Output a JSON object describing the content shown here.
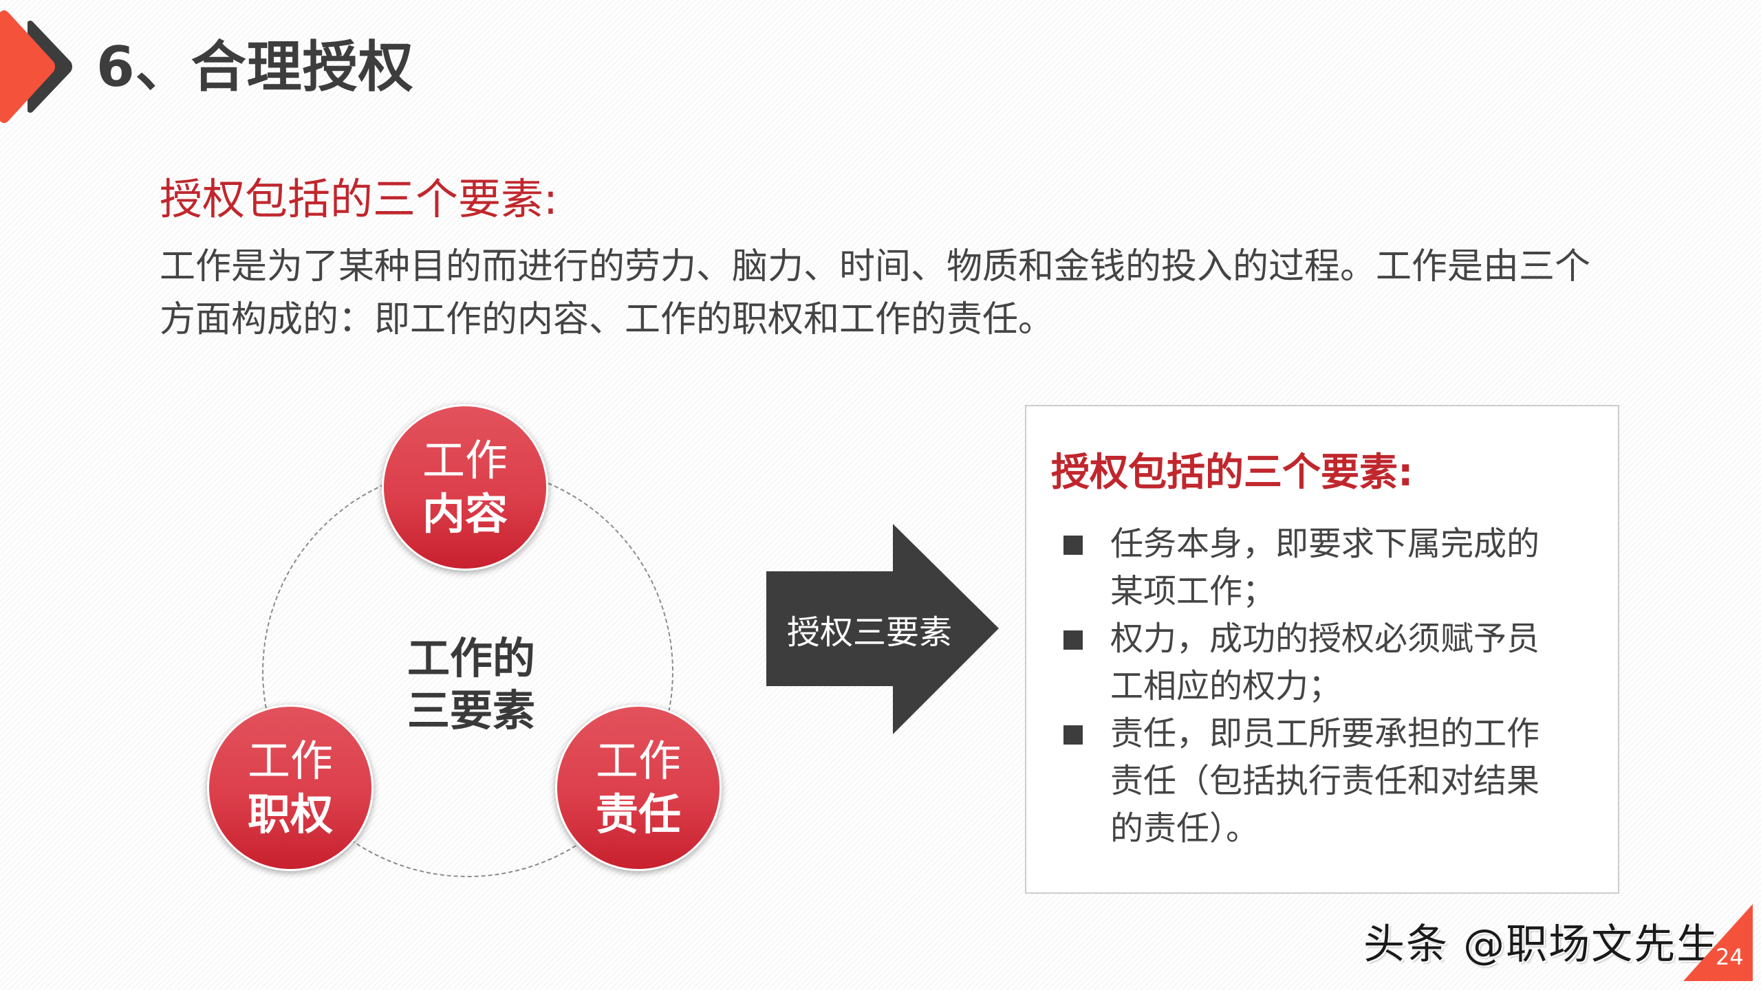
{
  "header": {
    "title": "6、合理授权",
    "logo_colors": {
      "primary": "#F4523B",
      "secondary": "#3D3D3D"
    }
  },
  "intro": {
    "heading": "授权包括的三个要素:",
    "paragraph": "工作是为了某种目的而进行的劳力、脑力、时间、物质和金钱的投入的过程。工作是由三个方面构成的：即工作的内容、工作的职权和工作的责任。"
  },
  "diagram": {
    "center_label_line1": "工作的",
    "center_label_line2": "三要素",
    "bubbles": [
      {
        "line1": "工作",
        "line2": "内容"
      },
      {
        "line1": "工作",
        "line2": "职权"
      },
      {
        "line1": "工作",
        "line2": "责任"
      }
    ],
    "arrow_label": "授权三要素"
  },
  "card": {
    "heading": "授权包括的三个要素:",
    "items": [
      {
        "text": "任务本身，即要求下属完成的某项工作；"
      },
      {
        "text": "权力，成功的授权必须赋予员工相应的权力；"
      },
      {
        "text": "责任，即员工所要承担的工作责任（包括执行责任和对结果的责任）。"
      }
    ]
  },
  "footer": {
    "watermark": "头条 @职场文先生",
    "page_number": "24"
  },
  "colors": {
    "accent_red": "#C0272D",
    "bubble_red": "#DC3F4B",
    "dark": "#3D3D3D",
    "corner_orange": "#F4523B"
  }
}
